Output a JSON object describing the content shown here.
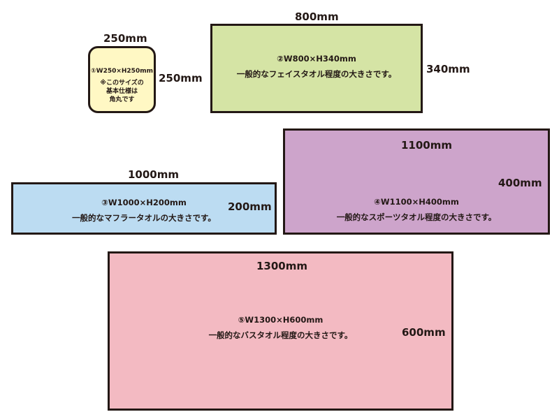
{
  "colors": {
    "outline": "#231815",
    "box1": "#fff8c4",
    "box2": "#d5e4a5",
    "box3": "#bcdcf2",
    "box4": "#cda4cb",
    "box5": "#f3bac2"
  },
  "towels": [
    {
      "id": "①",
      "width_label": "250mm",
      "height_label": "250mm",
      "spec": "①W250×H250mm",
      "note_lines": [
        "※このサイズの",
        "基本仕様は",
        "角丸です"
      ]
    },
    {
      "id": "②",
      "width_label": "800mm",
      "height_label": "340mm",
      "spec": "②W800×H340mm",
      "description": "一般的なフェイスタオル程度の大きさです。"
    },
    {
      "id": "③",
      "width_label": "1000mm",
      "height_label": "200mm",
      "spec": "③W1000×H200mm",
      "description": "一般的なマフラータオルの大きさです。"
    },
    {
      "id": "④",
      "width_label": "1100mm",
      "height_label": "400mm",
      "spec": "④W1100×H400mm",
      "description": "一般的なスポーツタオル程度の大きさです。"
    },
    {
      "id": "⑤",
      "width_label": "1300mm",
      "height_label": "600mm",
      "spec": "⑤W1300×H600mm",
      "description": "一般的なバスタオル程度の大きさです。"
    }
  ]
}
